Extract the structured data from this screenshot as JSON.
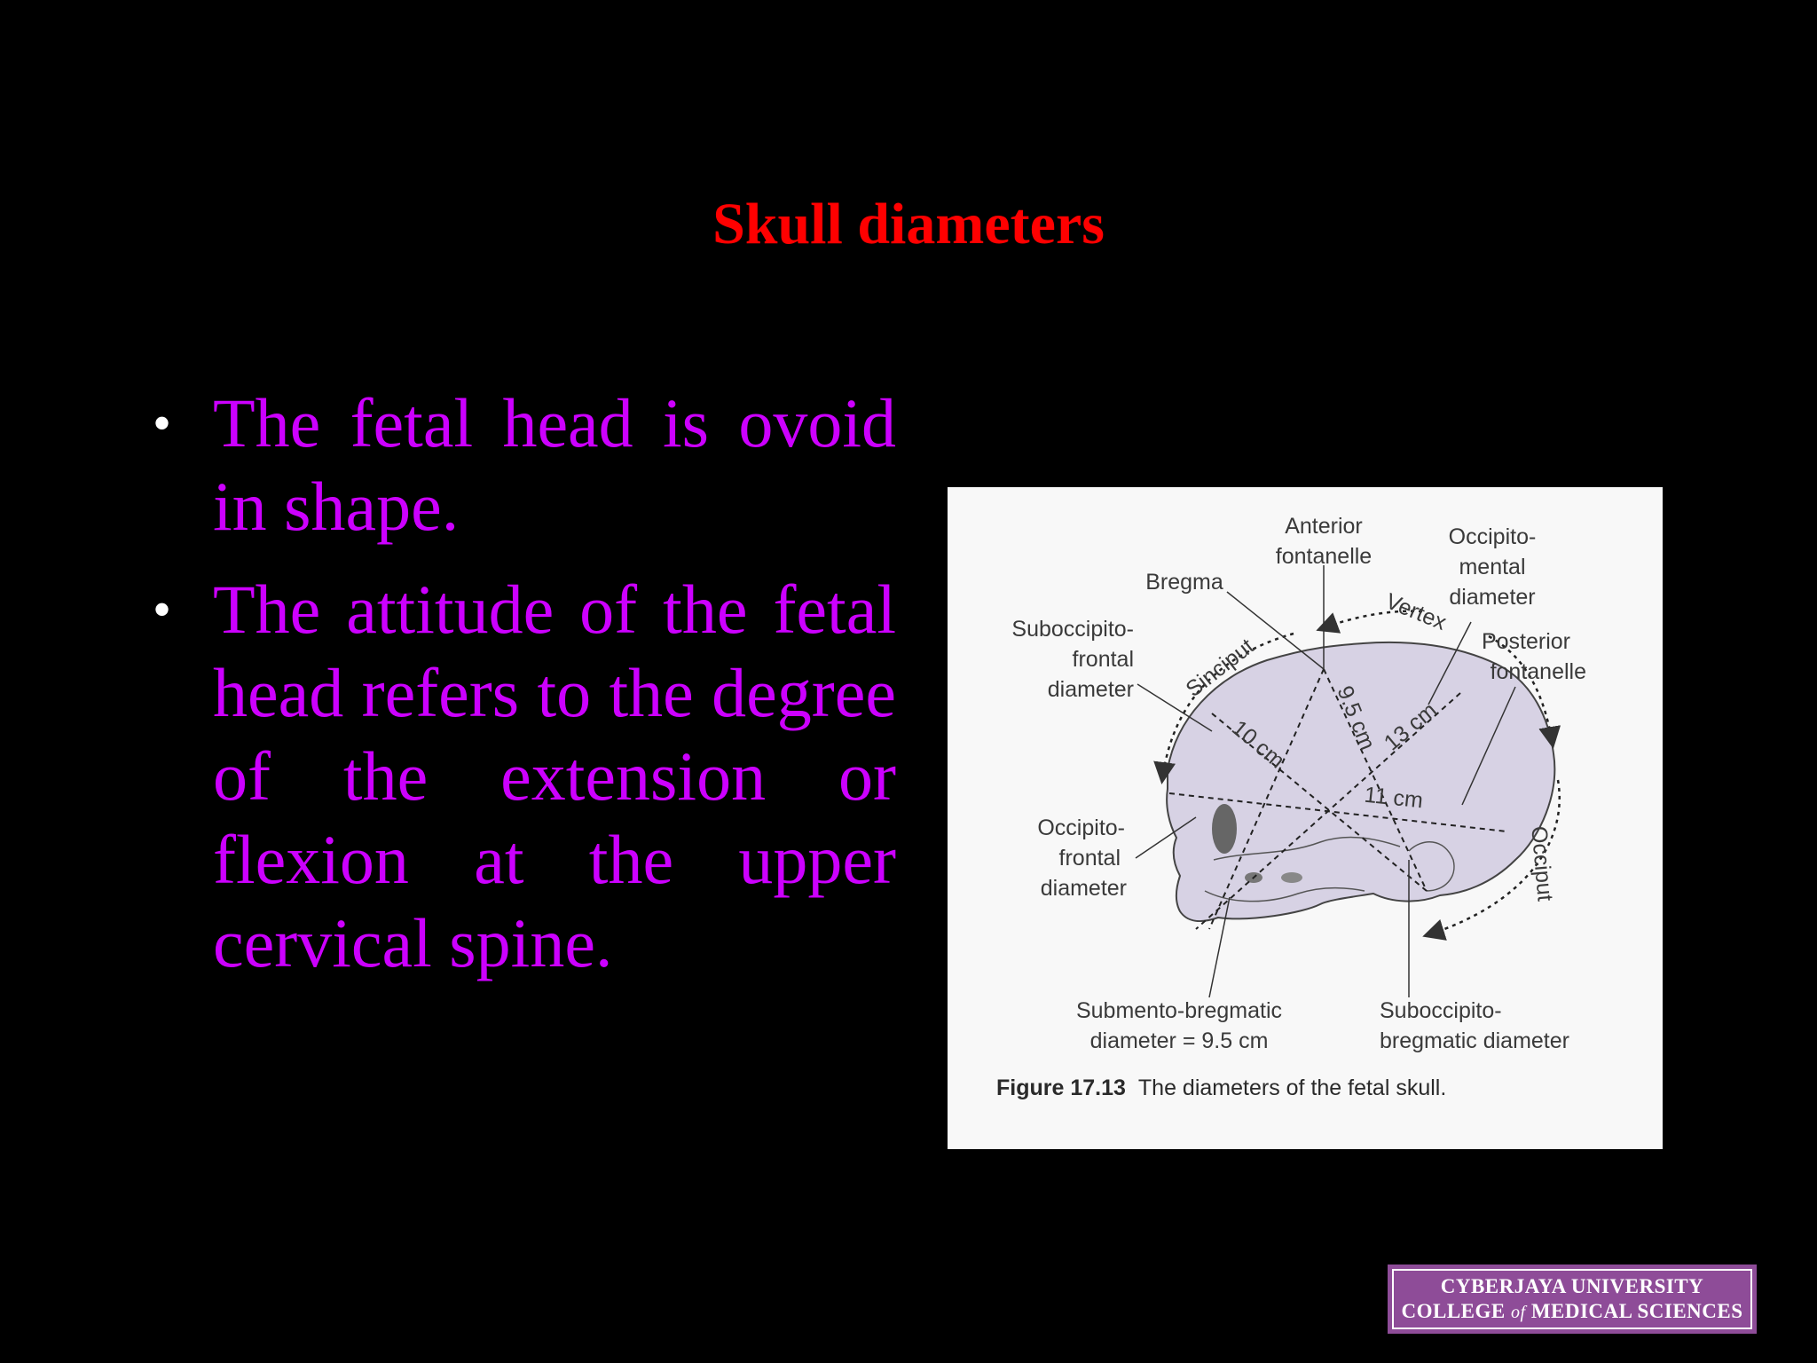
{
  "slide": {
    "title": "Skull diameters",
    "bullets": [
      "The fetal head is ovoid in shape.",
      "The attitude of the fetal head refers to the degree of the extension or flexion at the upper cervical spine."
    ],
    "bullet_symbol": "•"
  },
  "figure": {
    "labels": {
      "anterior_fontanelle_1": "Anterior",
      "anterior_fontanelle_2": "fontanelle",
      "occipitomental_1": "Occipito-",
      "occipitomental_2": "mental",
      "occipitomental_3": "diameter",
      "bregma": "Bregma",
      "vertex": "Vertex",
      "suboccipitofrontal_1": "Suboccipito-",
      "suboccipitofrontal_2": "frontal",
      "suboccipitofrontal_3": "diameter",
      "sinciput": "Sinciput",
      "posterior_fontanelle_1": "Posterior",
      "posterior_fontanelle_2": "fontanelle",
      "measure_10": "10 cm",
      "measure_9_5": "9.5 cm",
      "measure_13": "13 cm",
      "measure_11": "11 cm",
      "occipitofrontal_1": "Occipito-",
      "occipitofrontal_2": "frontal",
      "occipitofrontal_3": "diameter",
      "occiput": "Occiput",
      "submentobregmatic_1": "Submento-bregmatic",
      "submentobregmatic_2": "diameter = 9.5 cm",
      "suboccipitobregmatic_1": "Suboccipito-",
      "suboccipitobregmatic_2": "bregmatic diameter"
    },
    "caption_number": "Figure 17.13",
    "caption_text": "The diameters of the fetal skull."
  },
  "logo": {
    "line1": "CYBERJAYA UNIVERSITY",
    "line2_a": "COLLEGE ",
    "line2_of": "of",
    "line2_b": " MEDICAL SCIENCES"
  },
  "colors": {
    "background": "#000000",
    "title": "#ff0000",
    "body_text": "#cc00ff",
    "logo_bg": "#8e4c98"
  }
}
